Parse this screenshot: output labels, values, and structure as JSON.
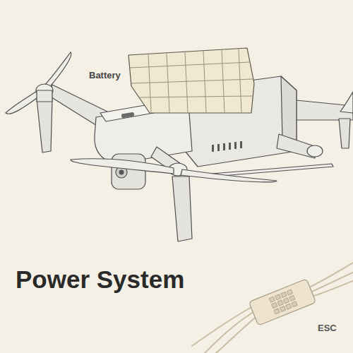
{
  "diagram": {
    "title": "Power System",
    "labels": [
      "Battery",
      "ESC"
    ]
  }
}
